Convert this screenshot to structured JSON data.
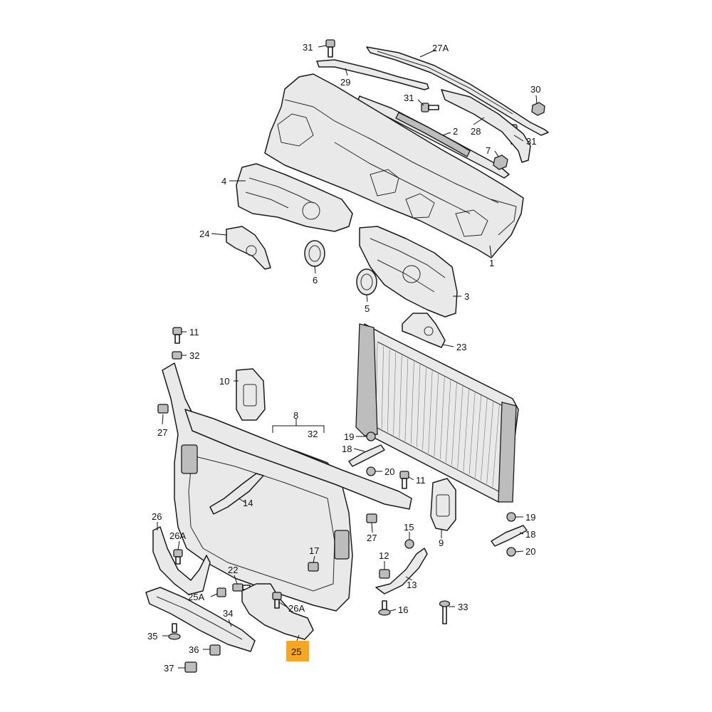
{
  "highlight_color": "#F5A623",
  "labels": [
    {
      "id": "l31a",
      "text": "31"
    },
    {
      "id": "l27A",
      "text": "27A"
    },
    {
      "id": "l29",
      "text": "29"
    },
    {
      "id": "l30",
      "text": "30"
    },
    {
      "id": "l31b",
      "text": "31"
    },
    {
      "id": "l2",
      "text": "2"
    },
    {
      "id": "l28",
      "text": "28"
    },
    {
      "id": "l31c",
      "text": "31"
    },
    {
      "id": "l7",
      "text": "7"
    },
    {
      "id": "l4",
      "text": "4"
    },
    {
      "id": "l24",
      "text": "24"
    },
    {
      "id": "l6",
      "text": "6"
    },
    {
      "id": "l1",
      "text": "1"
    },
    {
      "id": "l5",
      "text": "5"
    },
    {
      "id": "l3",
      "text": "3"
    },
    {
      "id": "l23",
      "text": "23"
    },
    {
      "id": "l11a",
      "text": "11"
    },
    {
      "id": "l32a",
      "text": "32"
    },
    {
      "id": "l10",
      "text": "10"
    },
    {
      "id": "l8",
      "text": "8"
    },
    {
      "id": "l32b",
      "text": "32"
    },
    {
      "id": "l27a",
      "text": "27"
    },
    {
      "id": "l19a",
      "text": "19"
    },
    {
      "id": "l18a",
      "text": "18"
    },
    {
      "id": "l20a",
      "text": "20"
    },
    {
      "id": "l11b",
      "text": "11"
    },
    {
      "id": "l14",
      "text": "14"
    },
    {
      "id": "l9",
      "text": "9"
    },
    {
      "id": "l19b",
      "text": "19"
    },
    {
      "id": "l18b",
      "text": "18"
    },
    {
      "id": "l20b",
      "text": "20"
    },
    {
      "id": "l26",
      "text": "26"
    },
    {
      "id": "l26A",
      "text": "26A"
    },
    {
      "id": "l27b",
      "text": "27"
    },
    {
      "id": "l15",
      "text": "15"
    },
    {
      "id": "l17",
      "text": "17"
    },
    {
      "id": "l12",
      "text": "12"
    },
    {
      "id": "l13",
      "text": "13"
    },
    {
      "id": "l22",
      "text": "22"
    },
    {
      "id": "l25A",
      "text": "25A"
    },
    {
      "id": "l26Ab",
      "text": "26A"
    },
    {
      "id": "l34",
      "text": "34"
    },
    {
      "id": "l16",
      "text": "16"
    },
    {
      "id": "l33",
      "text": "33"
    },
    {
      "id": "l35",
      "text": "35"
    },
    {
      "id": "l36",
      "text": "36"
    },
    {
      "id": "l25",
      "text": "25"
    },
    {
      "id": "l37",
      "text": "37"
    }
  ]
}
